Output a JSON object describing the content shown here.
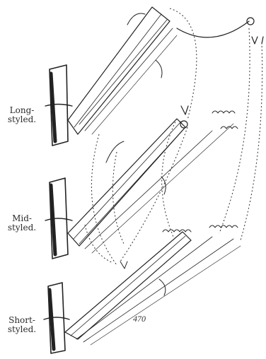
{
  "figure": {
    "labels": {
      "long": [
        "Long-",
        "styled."
      ],
      "mid": [
        "Mid-",
        "styled."
      ],
      "short": [
        "Short-",
        "styled."
      ]
    },
    "page_number": "470"
  },
  "colors": {
    "ink": "#222222",
    "paper": "#ffffff"
  }
}
